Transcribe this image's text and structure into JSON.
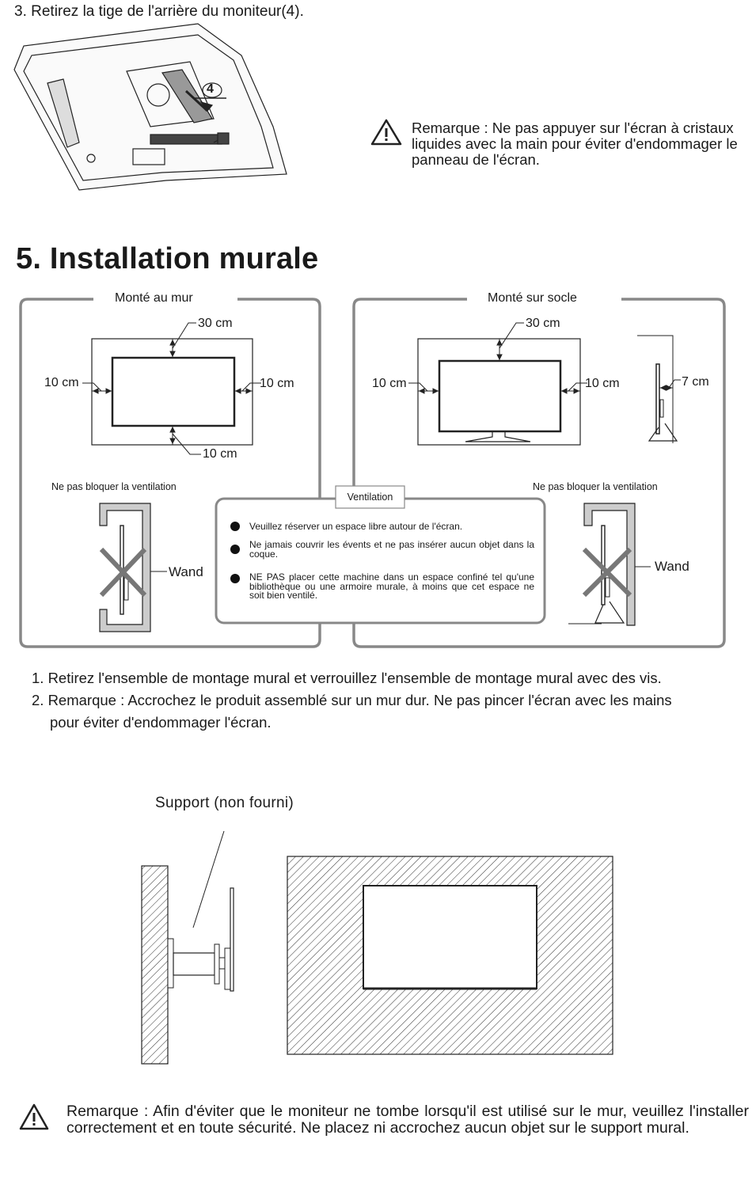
{
  "step3": "3. Retirez la tige de l'arrière du moniteur(4).",
  "step3_callout": "4",
  "note_top": "Remarque : Ne pas appuyer sur l'écran à cristaux liquides avec la main pour éviter d'endommager le panneau de l'écran.",
  "section_title": "5. Installation murale",
  "wall_panel": {
    "title": "Monté au mur",
    "top": "30 cm",
    "left": "10 cm",
    "right": "10 cm",
    "bottom": "10 cm",
    "vent_label": "Ne pas bloquer la ventilation",
    "wall_label": "Wand"
  },
  "stand_panel": {
    "title": "Monté sur socle",
    "top": "30 cm",
    "left": "10 cm",
    "right": "10 cm",
    "side": "7 cm",
    "vent_label": "Ne pas bloquer la ventilation",
    "wall_label": "Wand"
  },
  "ventilation": {
    "title": "Ventilation",
    "items": [
      "Veuillez réserver un espace libre autour de l'écran.",
      "Ne jamais couvrir les évents et ne pas insérer aucun objet dans la coque.",
      "NE PAS placer cette machine dans un espace confiné tel qu'une bibliothèque ou une armoire murale, à moins que cet espace ne soit bien ventilé."
    ]
  },
  "instructions": [
    "1. Retirez l'ensemble de montage mural et verrouillez l'ensemble de montage mural avec des vis.",
    "2. Remarque : Accrochez le produit assemblé sur un mur dur. Ne pas pincer l'écran avec les mains",
    "pour éviter d'endommager l'écran."
  ],
  "support_label": "Support (non fourni)",
  "note_bottom": "Remarque : Afin d'éviter que le moniteur ne tombe lorsqu'il est utilisé sur le mur, veuillez l'installer correctement et en toute sécurité. Ne placez ni accrochez aucun objet sur le support mural."
}
